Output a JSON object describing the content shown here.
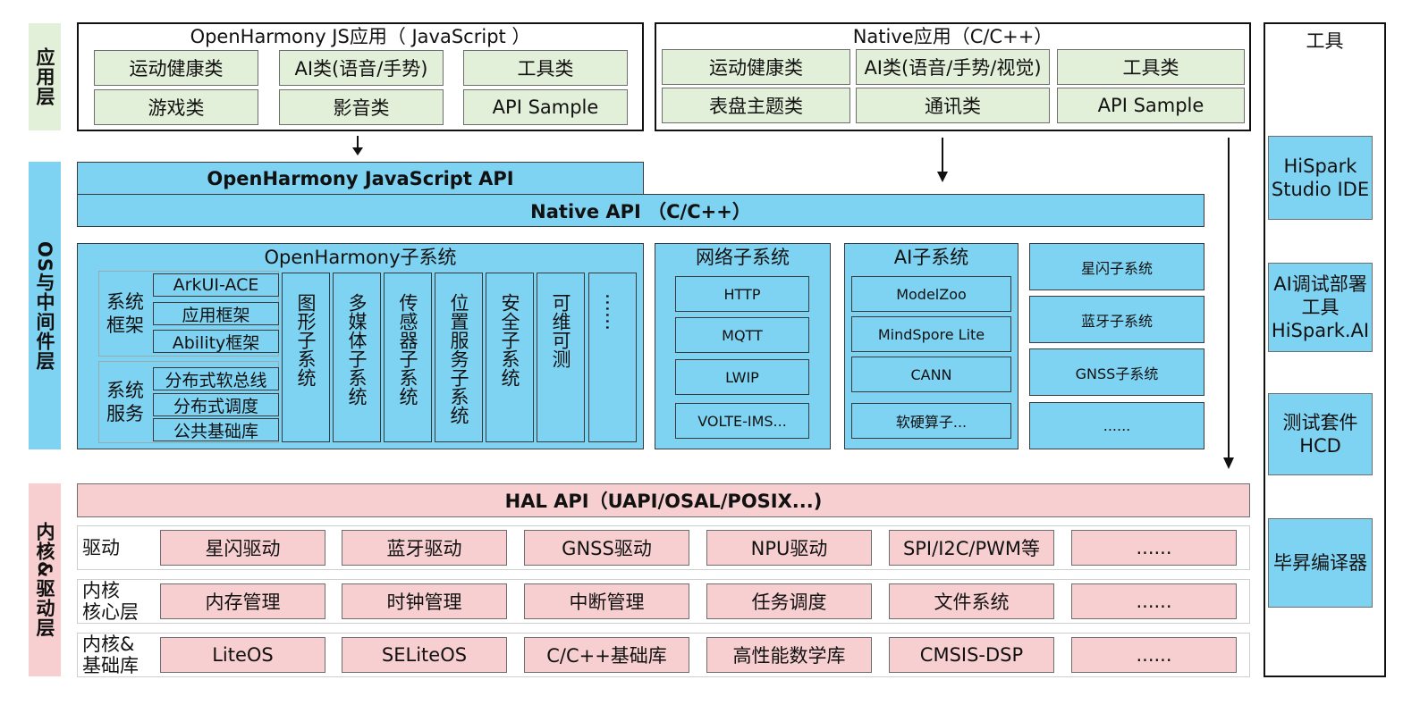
{
  "layers": {
    "app": "应用层",
    "os": "OS与中间件层",
    "kernel": "内核&驱动层"
  },
  "app_js": {
    "title": "OpenHarmony JS应用（ JavaScript ）",
    "items": [
      "运动健康类",
      "AI类(语音/手势)",
      "工具类",
      "游戏类",
      "影音类",
      "API Sample"
    ]
  },
  "app_native": {
    "title": "Native应用（C/C++）",
    "items": [
      "运动健康类",
      "AI类(语音/手势/视觉)",
      "工具类",
      "表盘主题类",
      "通讯类",
      "API Sample"
    ]
  },
  "apis": {
    "js_api": "OpenHarmony JavaScript API",
    "native_api": "Native API （C/C++）",
    "hal_api": "HAL API（UAPI/OSAL/POSIX...)"
  },
  "oh_subsystem": {
    "title": "OpenHarmony子系统",
    "framework_label": "系统\n框架",
    "framework_items": [
      "ArkUI-ACE",
      "应用框架",
      "Ability框架"
    ],
    "service_label": "系统\n服务",
    "service_items": [
      "分布式软总线",
      "分布式调度",
      "公共基础库"
    ],
    "vertical": [
      "图形子系统",
      "多媒体子系统",
      "传感器子系统",
      "位置服务子系统",
      "安全子系统",
      "可维可测",
      "……"
    ]
  },
  "network": {
    "title": "网络子系统",
    "items": [
      "HTTP",
      "MQTT",
      "LWIP",
      "VOLTE-IMS..."
    ]
  },
  "ai": {
    "title": "AI子系统",
    "items": [
      "ModelZoo",
      "MindSpore Lite",
      "CANN",
      "软硬算子..."
    ]
  },
  "other_subsystems": [
    "星闪子系统",
    "蓝牙子系统",
    "GNSS子系统",
    "......"
  ],
  "kernel_rows": [
    {
      "label": "驱动",
      "items": [
        "星闪驱动",
        "蓝牙驱动",
        "GNSS驱动",
        "NPU驱动",
        "SPI/I2C/PWM等",
        "......"
      ]
    },
    {
      "label": "内核\n核心层",
      "items": [
        "内存管理",
        "时钟管理",
        "中断管理",
        "任务调度",
        "文件系统",
        "......"
      ]
    },
    {
      "label": "内核&\n基础库",
      "items": [
        "LiteOS",
        "SELiteOS",
        "C/C++基础库",
        "高性能数学库",
        "CMSIS-DSP",
        "......"
      ]
    }
  ],
  "tools": {
    "title": "工具",
    "items": [
      "HiSpark\nStudio IDE",
      "AI调试部署\n工具\nHiSpark.AI",
      "测试套件\nHCD",
      "毕昇编译器"
    ]
  },
  "colors": {
    "app_green": "#e2efd9",
    "os_blue": "#7fd3f2",
    "kernel_pink": "#f7cfd0"
  }
}
